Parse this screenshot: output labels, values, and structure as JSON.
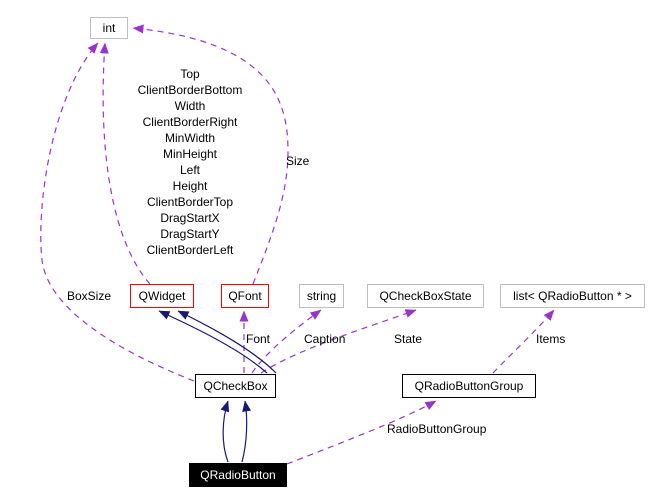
{
  "graph": {
    "kind": "collaboration-diagram",
    "focus_class": "QRadioButton",
    "colors": {
      "dashed_edge": "#9a32cd",
      "solid_edge": "#191970",
      "highlight_border": "#ff0000",
      "default_border": "#bfbfbf",
      "focus_fill": "#000000",
      "focus_text": "#ffffff"
    },
    "nodes": [
      {
        "label": "int",
        "border": "gray"
      },
      {
        "label": "QWidget",
        "border": "red"
      },
      {
        "label": "QFont",
        "border": "red"
      },
      {
        "label": "string",
        "border": "gray"
      },
      {
        "label": "QCheckBoxState",
        "border": "gray"
      },
      {
        "label": "list< QRadioButton * >",
        "border": "gray"
      },
      {
        "label": "QCheckBox",
        "border": "black"
      },
      {
        "label": "QRadioButtonGroup",
        "border": "black"
      },
      {
        "label": "QRadioButton",
        "border": "black",
        "focus": true
      }
    ],
    "edges": [
      {
        "from": "QWidget",
        "to": "int",
        "style": "dashed",
        "label": "Top\nClientBorderBottom\nWidth\nClientBorderRight\nMinWidth\nMinHeight\nLeft\nHeight\nClientBorderTop\nDragStartX\nDragStartY\nClientBorderLeft"
      },
      {
        "from": "QCheckBox",
        "to": "int",
        "style": "dashed",
        "label": "BoxSize"
      },
      {
        "from": "QFont",
        "to": "int",
        "style": "dashed",
        "label": "Size"
      },
      {
        "from": "QCheckBox",
        "to": "QFont",
        "style": "dashed",
        "label": "Font"
      },
      {
        "from": "QCheckBox",
        "to": "string",
        "style": "dashed",
        "label": "Caption"
      },
      {
        "from": "QCheckBox",
        "to": "QCheckBoxState",
        "style": "dashed",
        "label": "State"
      },
      {
        "from": "QRadioButtonGroup",
        "to": "list< QRadioButton * >",
        "style": "dashed",
        "label": "Items"
      },
      {
        "from": "QRadioButton",
        "to": "QRadioButtonGroup",
        "style": "dashed",
        "label": "RadioButtonGroup"
      },
      {
        "from": "QCheckBox",
        "to": "QWidget",
        "style": "solid",
        "label": ""
      },
      {
        "from": "QCheckBox",
        "to": "QWidget",
        "style": "solid",
        "label": ""
      },
      {
        "from": "QRadioButton",
        "to": "QCheckBox",
        "style": "solid",
        "label": ""
      },
      {
        "from": "QRadioButton",
        "to": "QCheckBox",
        "style": "solid",
        "label": ""
      }
    ]
  }
}
